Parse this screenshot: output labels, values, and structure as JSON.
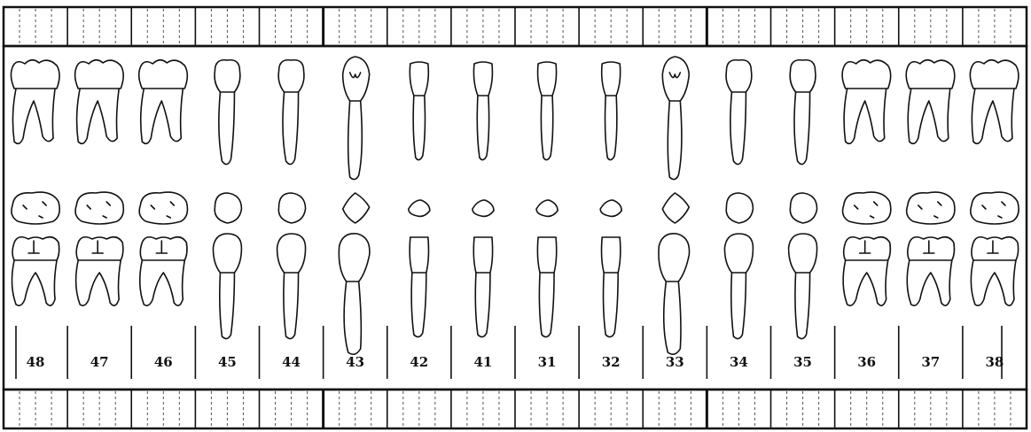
{
  "chart_title": "",
  "grid_rows": [
    "top-grid-row",
    "bottom-grid-row"
  ],
  "teeth": [
    {
      "number": "48",
      "type": "molar"
    },
    {
      "number": "47",
      "type": "molar"
    },
    {
      "number": "46",
      "type": "molar"
    },
    {
      "number": "45",
      "type": "premolar"
    },
    {
      "number": "44",
      "type": "premolar"
    },
    {
      "number": "43",
      "type": "canine"
    },
    {
      "number": "42",
      "type": "incisor"
    },
    {
      "number": "41",
      "type": "incisor"
    },
    {
      "number": "31",
      "type": "incisor"
    },
    {
      "number": "32",
      "type": "incisor"
    },
    {
      "number": "33",
      "type": "canine"
    },
    {
      "number": "34",
      "type": "premolar"
    },
    {
      "number": "35",
      "type": "premolar"
    },
    {
      "number": "36",
      "type": "molar"
    },
    {
      "number": "37",
      "type": "molar"
    },
    {
      "number": "38",
      "type": "molar"
    }
  ],
  "colors": {
    "line": "#111111",
    "background": "#ffffff"
  }
}
